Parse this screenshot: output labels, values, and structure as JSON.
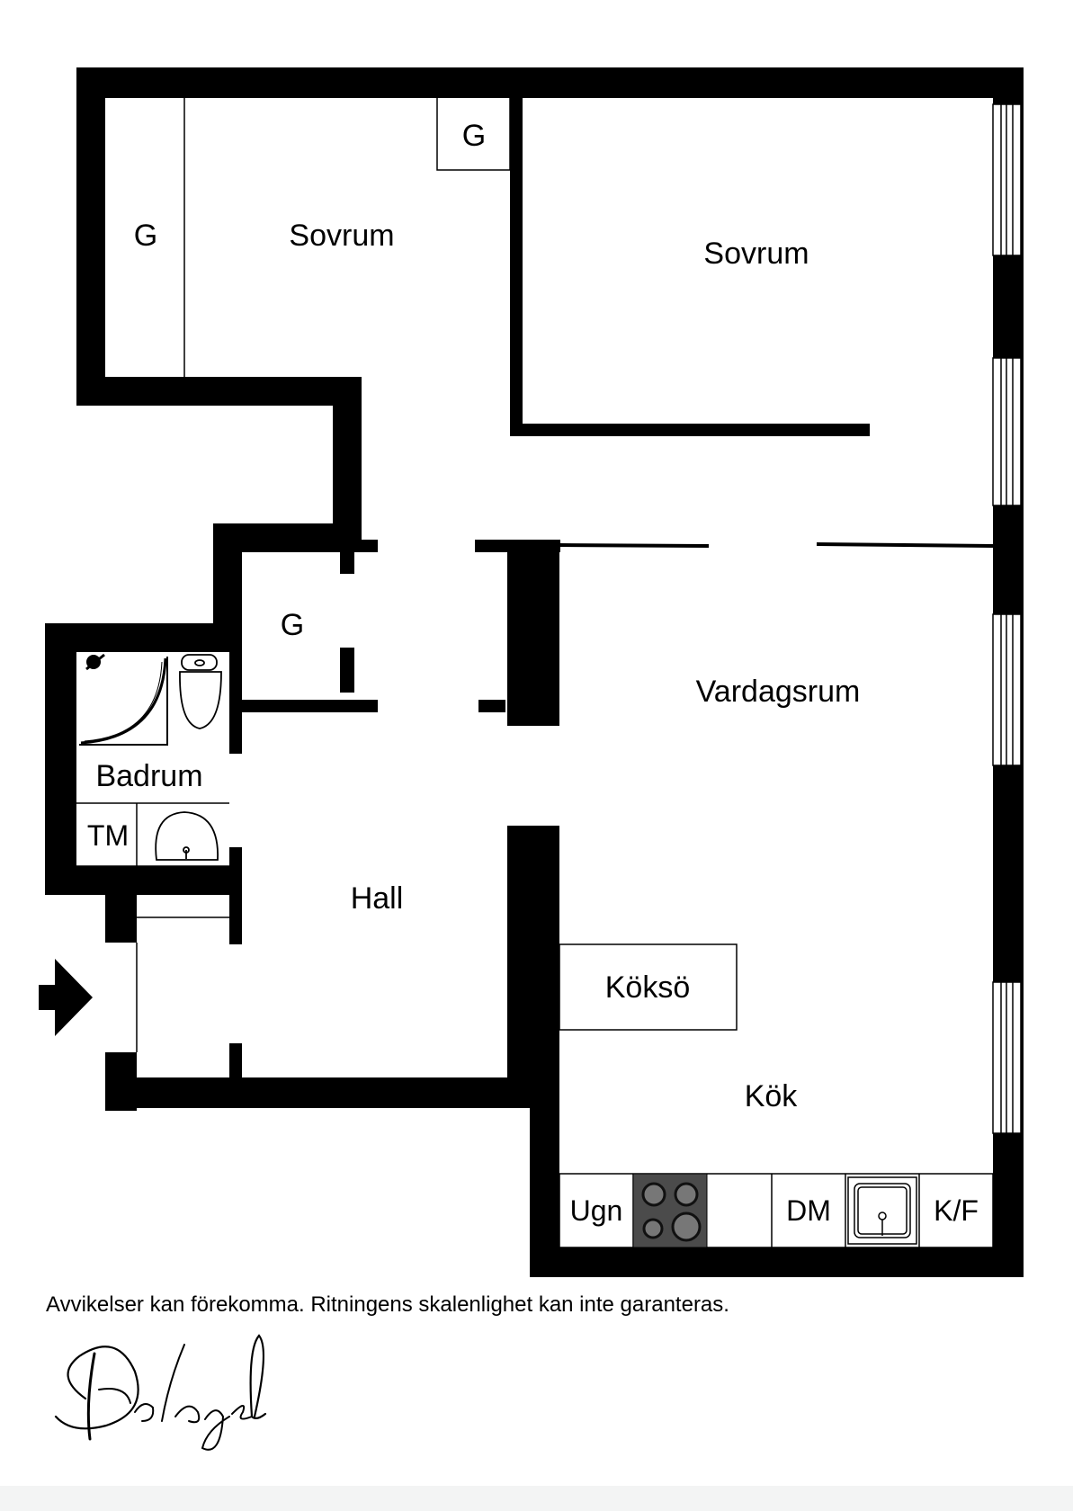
{
  "rooms": {
    "sovrum_1": "Sovrum",
    "sovrum_2": "Sovrum",
    "vardagsrum": "Vardagsrum",
    "hall": "Hall",
    "badrum": "Badrum",
    "kok": "Kök",
    "kokso": "Köksö"
  },
  "fixtures": {
    "garderob_1": "G",
    "garderob_2": "G",
    "garderob_3": "G",
    "tvattmaskin": "TM",
    "ugn": "Ugn",
    "diskmaskin": "DM",
    "kyl_frys": "K/F"
  },
  "footer": {
    "disclaimer": "Avvikelser kan förekomma. Ritningens skalenlighet kan inte garanteras.",
    "logo_text": "Bolaget"
  }
}
